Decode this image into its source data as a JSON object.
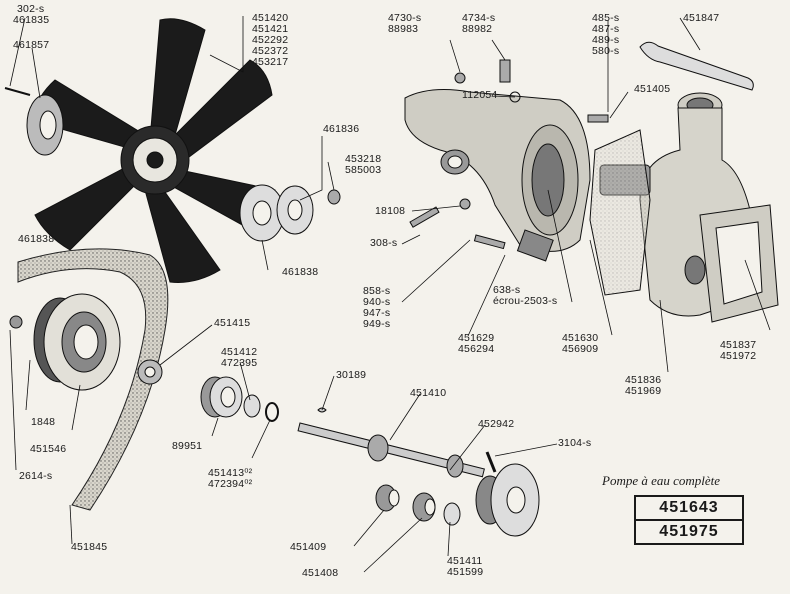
{
  "labels": {
    "p302s": "302-s",
    "p461835": "461835",
    "p461857": "461857",
    "p461838a": "461838",
    "p451420_group": [
      "451420",
      "451421",
      "452292",
      "452372",
      "453217"
    ],
    "p461836": "461836",
    "p453218_group": [
      "453218",
      "585003"
    ],
    "p461838b": "461838",
    "p4730s_group": [
      "4730-s",
      "88983"
    ],
    "p4734s_group": [
      "4734-s",
      "88982"
    ],
    "p112054": "112054",
    "p485s_group": [
      "485-s",
      "487-s",
      "489-s",
      "580-s"
    ],
    "p451847": "451847",
    "p451405": "451405",
    "p18108": "18108",
    "p308s": "308-s",
    "p858s_group": [
      "858-s",
      "940-s",
      "947-s",
      "949-s"
    ],
    "p638s_group": [
      "638-s",
      "écrou-2503-s"
    ],
    "p451629_group": [
      "451629",
      "456294"
    ],
    "p451630_group": [
      "451630",
      "456909"
    ],
    "p451837_group": [
      "451837",
      "451972"
    ],
    "p451836_group": [
      "451836",
      "451969"
    ],
    "p451415": "451415",
    "p451412_group": [
      "451412",
      "472395"
    ],
    "p30189": "30189",
    "p451410": "451410",
    "p452942": "452942",
    "p3104s": "3104-s",
    "p1848": "1848",
    "p451546": "451546",
    "p2614s": "2614-s",
    "p89951": "89951",
    "p451413_group": [
      "451413⁰²",
      "472394⁰²"
    ],
    "p451845": "451845",
    "p451409": "451409",
    "p451408": "451408",
    "p451411_group": [
      "451411",
      "451599"
    ]
  },
  "title": "Pompe à eau complète",
  "assembly_numbers": [
    "451643",
    "451975"
  ]
}
